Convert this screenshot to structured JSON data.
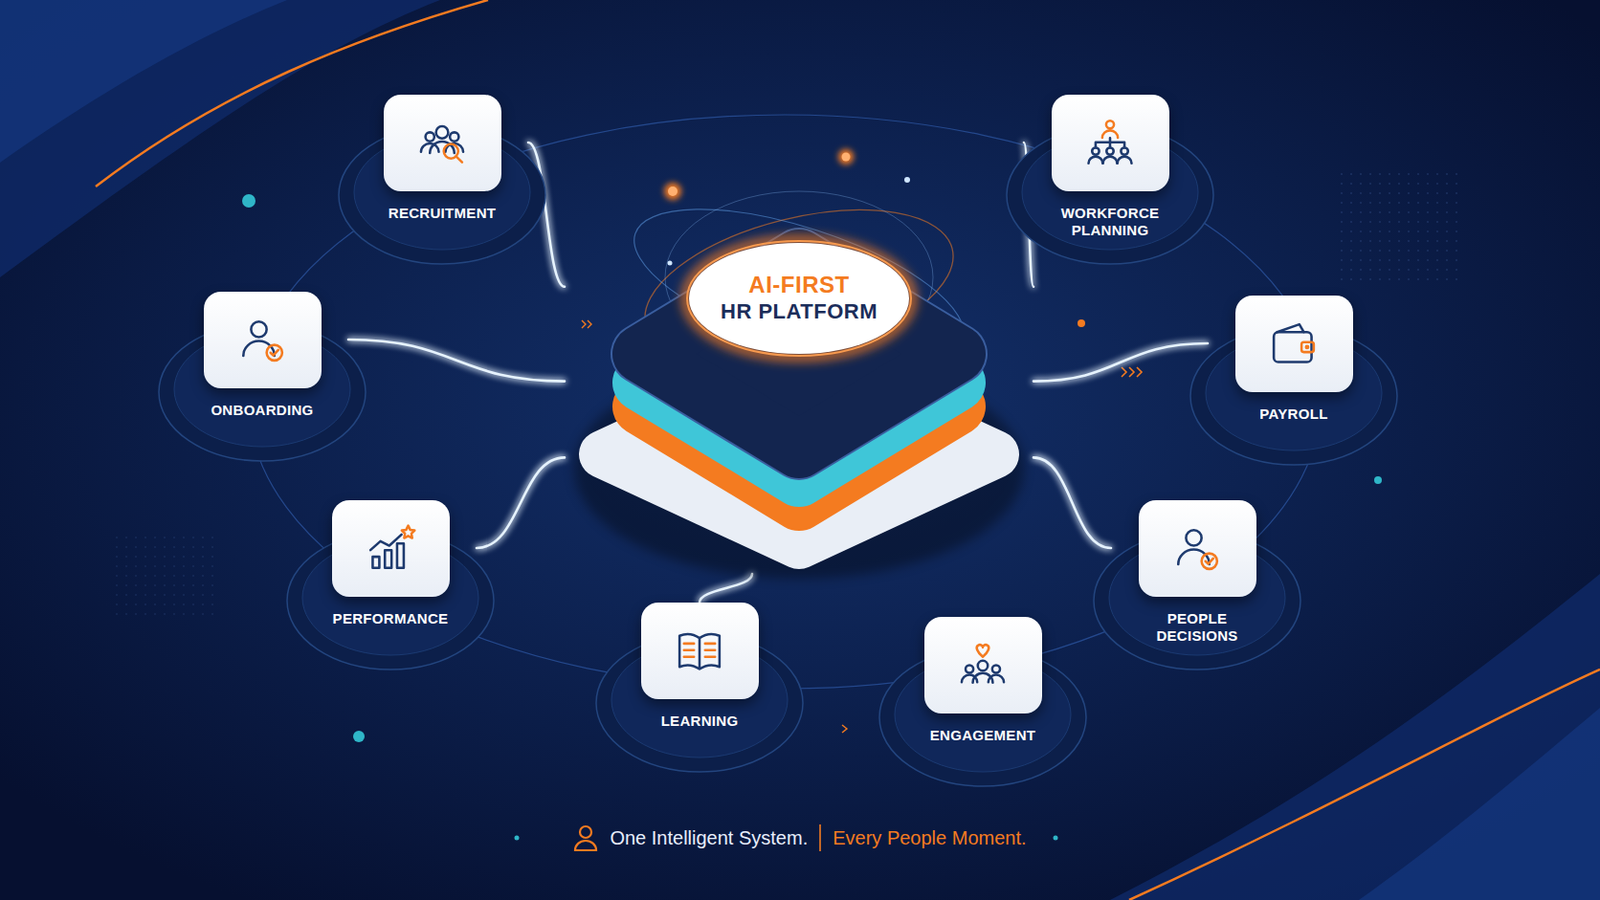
{
  "diagram": {
    "caption": "One Intelligent System.",
    "nodes": [
      {
        "text": [
          "AI-FIRST",
          "HR PLATFORM"
        ]
      },
      {
        "text": [
          "RECRUITMENT"
        ]
      },
      {
        "text": [
          "WORKFORCE PLANNING"
        ]
      },
      {
        "text": [
          "ONBOARDING"
        ]
      },
      {
        "text": [
          "PAYROLL"
        ]
      },
      {
        "text": [
          "PERFORMANCE"
        ]
      },
      {
        "text": [
          "PEOPLE DECISIONS"
        ]
      },
      {
        "text": [
          "LEARNING"
        ]
      },
      {
        "text": [
          "ENGAGEMENT"
        ]
      }
    ],
    "edges": [
      {
        "from": 0,
        "to": 1,
        "arrow": "none"
      },
      {
        "from": 0,
        "to": 2,
        "arrow": "none"
      },
      {
        "from": 0,
        "to": 3,
        "arrow": "none"
      },
      {
        "from": 0,
        "to": 4,
        "arrow": "none"
      },
      {
        "from": 0,
        "to": 5,
        "arrow": "none"
      },
      {
        "from": 0,
        "to": 6,
        "arrow": "none"
      },
      {
        "from": 0,
        "to": 7,
        "arrow": "none"
      }
    ],
    "labels": [
      "Every People Moment."
    ]
  }
}
